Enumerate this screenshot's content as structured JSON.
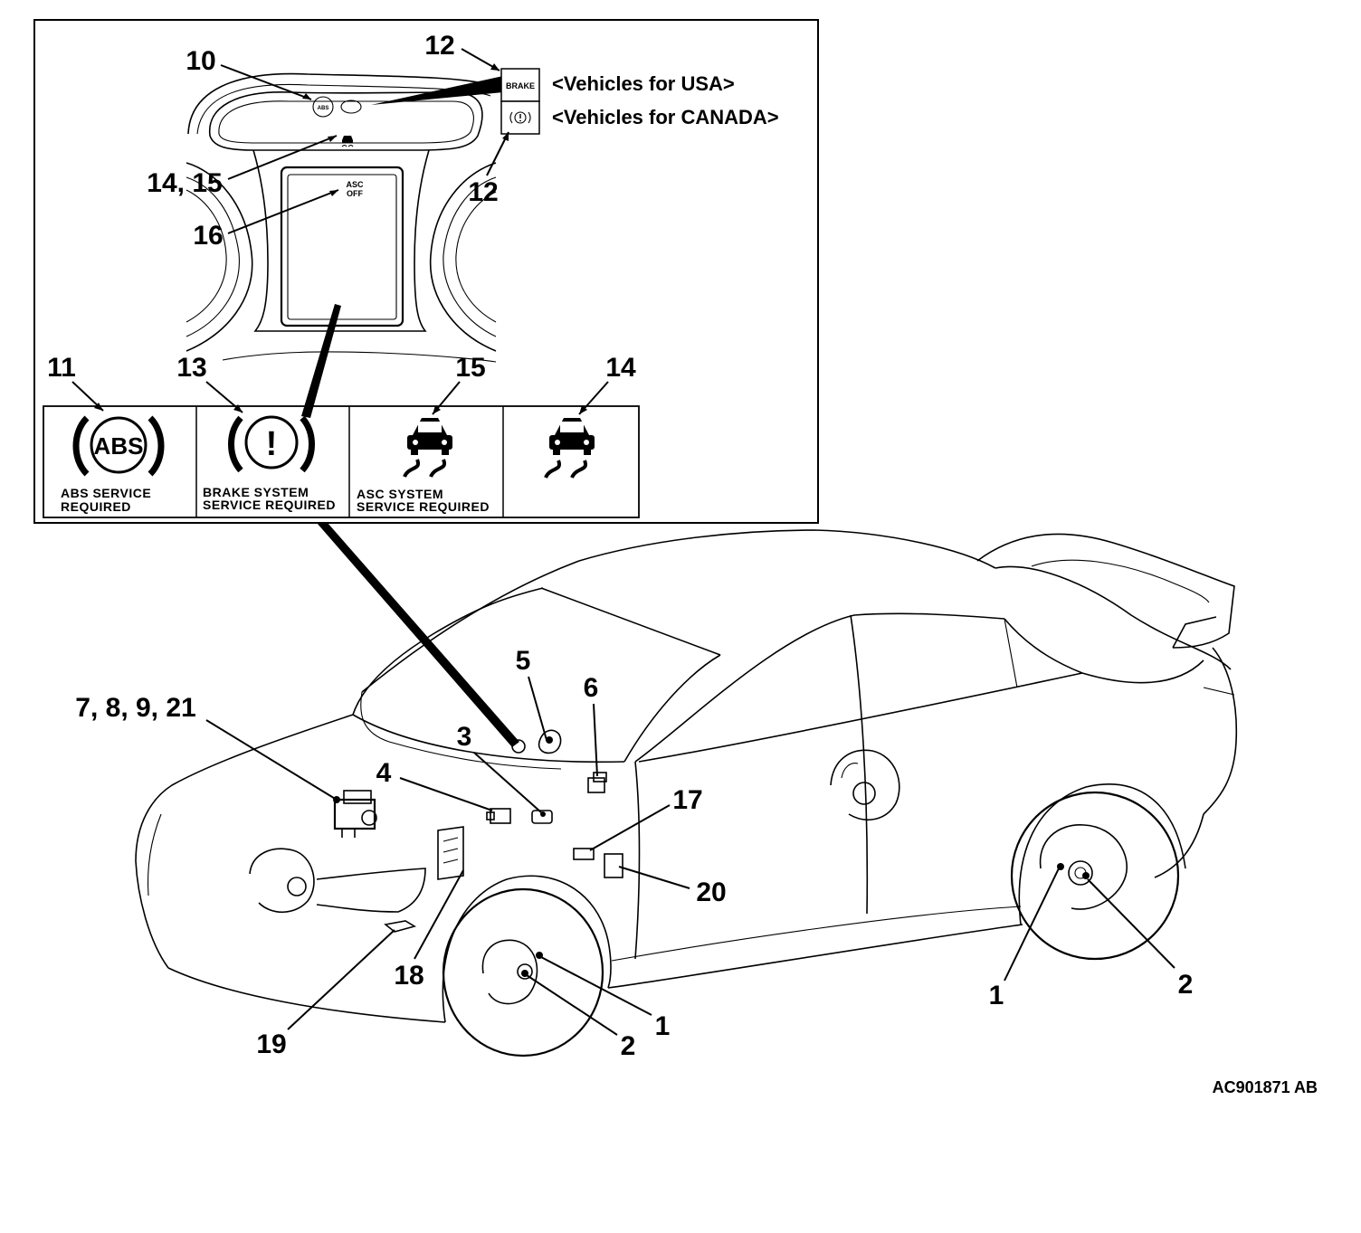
{
  "figure_id": "AC901871 AB",
  "callouts": {
    "c10": "10",
    "c12_top": "12",
    "c12_bottom": "12",
    "c14_15": "14, 15",
    "c16": "16",
    "c11": "11",
    "c13": "13",
    "c15": "15",
    "c14": "14",
    "c7_8_9_21": "7, 8, 9, 21",
    "c5": "5",
    "c6": "6",
    "c3": "3",
    "c4": "4",
    "c17": "17",
    "c20": "20",
    "c18": "18",
    "c19": "19",
    "c1_front": "1",
    "c2_front": "2",
    "c1_rear": "1",
    "c2_rear": "2"
  },
  "variants": {
    "usa": "<Vehicles for USA>",
    "canada": "<Vehicles for CANADA>"
  },
  "cluster_lamps": {
    "brake": "BRAKE",
    "abs": "ABS",
    "asc_line1": "ASC",
    "asc_line2": "OFF"
  },
  "warning_panels": {
    "abs_symbol": "ABS",
    "abs_caption_1": "ABS SERVICE",
    "abs_caption_2": "REQUIRED",
    "brake_symbol": "!",
    "brake_caption_1": "BRAKE SYSTEM",
    "brake_caption_2": "SERVICE REQUIRED",
    "asc_caption_1": "ASC SYSTEM",
    "asc_caption_2": "SERVICE REQUIRED"
  },
  "icons": [
    "abs-warning-icon",
    "brake-warning-icon",
    "skid-car-icon"
  ]
}
